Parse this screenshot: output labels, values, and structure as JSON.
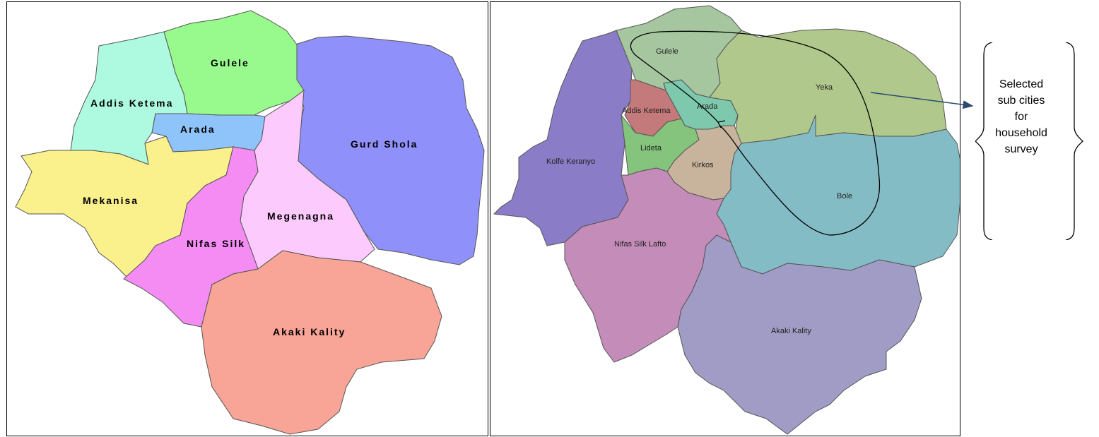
{
  "left_map": {
    "regions": [
      {
        "name": "Addis Ketema",
        "color": "#aefae0"
      },
      {
        "name": "Gulele",
        "color": "#98fa8c"
      },
      {
        "name": "Arada",
        "color": "#8ec4fa"
      },
      {
        "name": "Gurd Shola",
        "color": "#9090fa"
      },
      {
        "name": "Mekanisa",
        "color": "#faf08c"
      },
      {
        "name": "Nifas Silk",
        "color": "#f48cf4"
      },
      {
        "name": "Megenagna",
        "color": "#fccafc"
      },
      {
        "name": "Akaki Kality",
        "color": "#f8a496"
      }
    ]
  },
  "right_map": {
    "regions": [
      {
        "name": "Gulele",
        "color": "#a6c6a0"
      },
      {
        "name": "Yeka",
        "color": "#b0c88c"
      },
      {
        "name": "Addis Ketema",
        "color": "#c47a7a"
      },
      {
        "name": "Arada",
        "color": "#7ec8ae"
      },
      {
        "name": "Lideta",
        "color": "#84c47c"
      },
      {
        "name": "Kirkos",
        "color": "#c8b49c"
      },
      {
        "name": "Kolfe Keranyo",
        "color": "#8a7cc6"
      },
      {
        "name": "Bole",
        "color": "#84bcc6"
      },
      {
        "name": "Nifas Silk Lafto",
        "color": "#c48cb8"
      },
      {
        "name": "Akaki Kality",
        "color": "#a09cc6"
      }
    ]
  },
  "callout": {
    "lines": [
      "Selected",
      "sub cities",
      "for",
      "household",
      "survey"
    ]
  }
}
